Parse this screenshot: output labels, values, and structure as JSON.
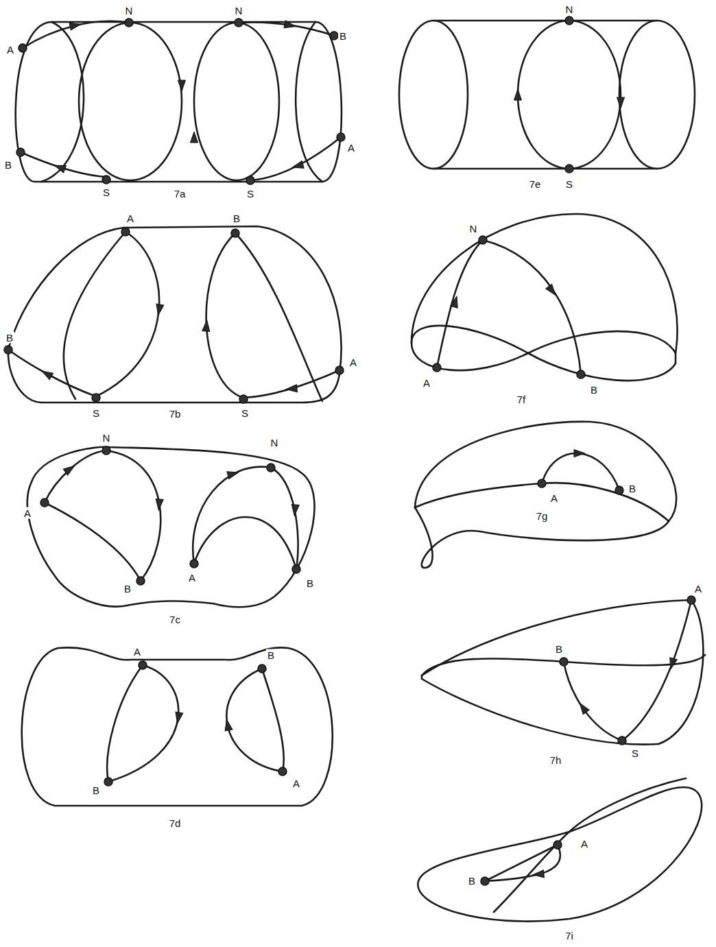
{
  "diagram": {
    "labels": [
      "A",
      "N",
      "N",
      "B",
      "B",
      "S",
      "7a",
      "S",
      "A",
      "A",
      "B",
      "B",
      "A",
      "S",
      "7b",
      "S",
      "N",
      "N",
      "A",
      "B",
      "A",
      "B",
      "7c",
      "A",
      "B",
      "B",
      "A",
      "7d",
      "N",
      "S",
      "7e",
      "N",
      "A",
      "7f",
      "B",
      "B",
      "A",
      "7g",
      "A",
      "B",
      "S",
      "7h",
      "A",
      "B",
      "7i"
    ]
  }
}
